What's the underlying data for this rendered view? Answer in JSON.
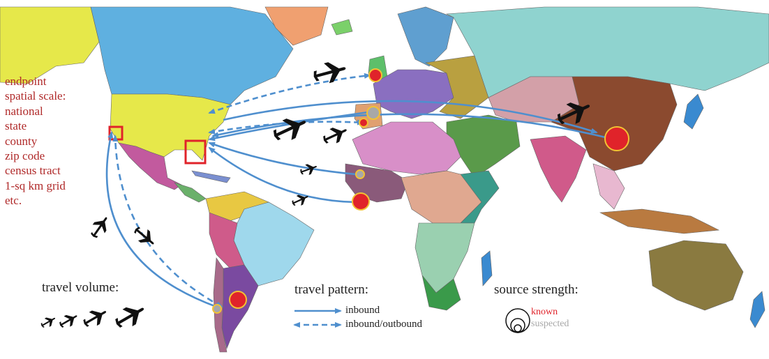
{
  "scale_panel": {
    "lines": [
      "endpoint",
      "spatial scale:",
      "national",
      "state",
      "county",
      "zip code",
      "census tract",
      "1-sq km grid",
      "etc."
    ]
  },
  "legend": {
    "travel_volume_title": "travel volume:",
    "travel_pattern_title": "travel pattern:",
    "inbound_label": "inbound",
    "inbound_outbound_label": "inbound/outbound",
    "source_strength_title": "source strength:",
    "known_label": "known",
    "suspected_label": "suspected"
  },
  "colors": {
    "ocean": "#ffffff",
    "flow_line": "#4f8fce",
    "known_source": "#e0232a",
    "source_outline": "#f2c233",
    "suspected_source": "#a8a8a8",
    "scale_text": "#b02a2a",
    "usa": "#e6e84a",
    "canada": "#5fb0e0",
    "russia": "#8fd3cf",
    "china": "#8b4a2f",
    "greenland": "#f0a070",
    "alaska": "#e8e85a"
  },
  "icons": [
    "airplane-icon",
    "boundary-box-icon",
    "source-circle-icon"
  ]
}
